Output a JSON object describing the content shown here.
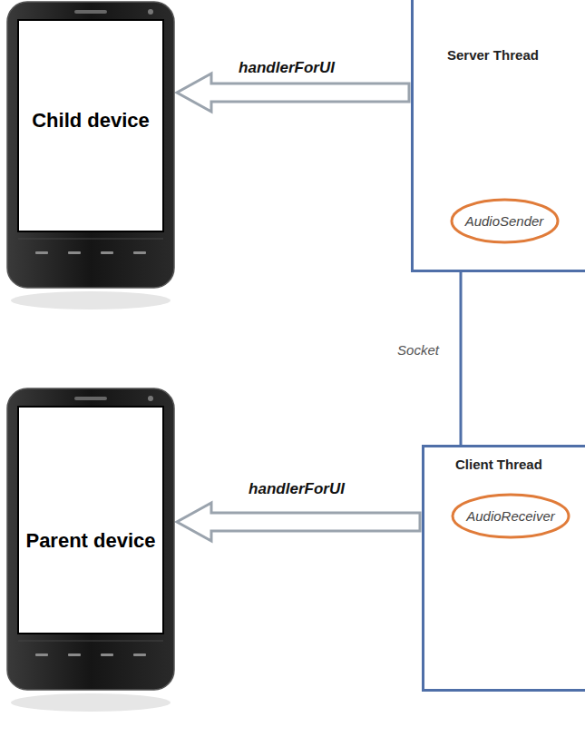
{
  "diagram": {
    "nodes": [
      {
        "text": [
          "Child device"
        ]
      },
      {
        "text": [
          "Server Thread"
        ]
      },
      {
        "text": [
          "AudioSender"
        ],
        "in": 1
      },
      {
        "text": [
          "Parent device"
        ]
      },
      {
        "text": [
          "Client Thread"
        ]
      },
      {
        "text": [
          "AudioReceiver"
        ],
        "in": 4
      }
    ],
    "edges": [
      {
        "from": 1,
        "to": 0,
        "arrow": "to",
        "label": "handlerForUI"
      },
      {
        "from": 4,
        "to": 3,
        "arrow": "to",
        "label": "handlerForUI"
      },
      {
        "from": 1,
        "to": 4,
        "arrow": "none",
        "label": "Socket"
      }
    ]
  }
}
